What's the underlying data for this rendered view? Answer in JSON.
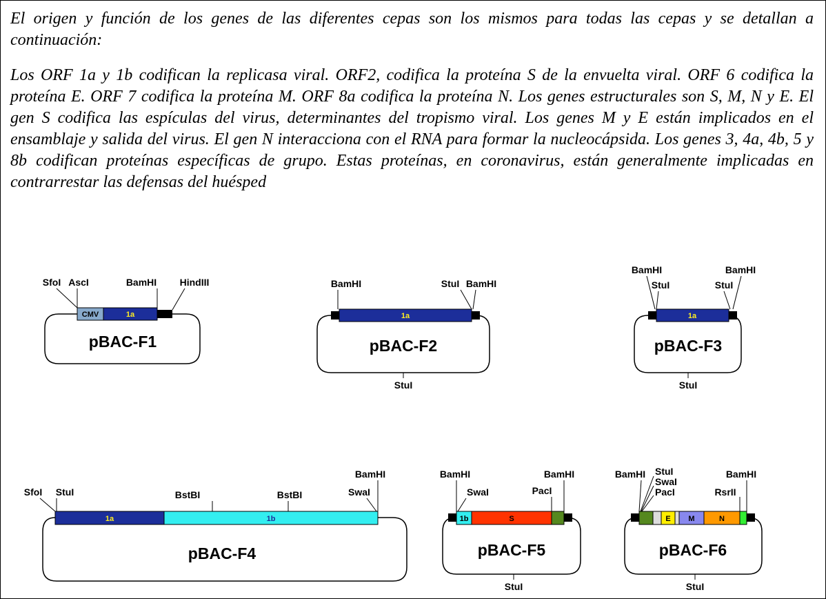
{
  "text": {
    "paragraph1": "El origen y función de los genes de las diferentes cepas son los mismos para todas las cepas y se detallan a continuación:",
    "paragraph2": "Los ORF 1a y 1b codifican la replicasa viral. ORF2, codifica la proteína S de la envuelta viral. ORF 6 codifica la proteína E. ORF 7 codifica la proteína M. ORF 8a codifica la proteína N. Los genes estructurales son S, M, N y E. El gen S codifica las espículas del virus, determinantes del tropismo viral. Los genes M y E están implicados en el ensamblaje y salida del virus. El gen N interacciona con el RNA para formar la nucleocápsida. Los genes 3, 4a, 4b, 5 y 8b codifican proteínas específicas de grupo. Estas proteínas, en coronavirus, están generalmente implicadas en contrarrestar las defensas del huésped"
  },
  "colors": {
    "orf1a": "#1c2e9a",
    "orf1b": "#33eef0",
    "S": "#ff3300",
    "E": "#ffee00",
    "M": "#8888ee",
    "N": "#ff9900",
    "CMV": "#88aacc",
    "green": "#55881f",
    "light_green": "#33ee33",
    "label_yellow": "#ffee22"
  },
  "plasmids": {
    "f1": {
      "name": "pBAC-F1",
      "sites": [
        "SfoI",
        "AscI",
        "BamHI",
        "HindIII"
      ],
      "segments": [
        "CMV",
        "1a"
      ]
    },
    "f2": {
      "name": "pBAC-F2",
      "sites": [
        "BamHI",
        "StuI",
        "BamHI"
      ],
      "bottom_site": "StuI",
      "segments": [
        "1a"
      ]
    },
    "f3": {
      "name": "pBAC-F3",
      "sites": [
        "BamHI",
        "StuI",
        "BamHI",
        "StuI"
      ],
      "bottom_site": "StuI",
      "segments": [
        "1a"
      ]
    },
    "f4": {
      "name": "pBAC-F4",
      "sites": [
        "SfoI",
        "StuI",
        "BstBI",
        "BstBI",
        "BamHI",
        "SwaI"
      ],
      "segments": [
        "1a",
        "1b"
      ]
    },
    "f5": {
      "name": "pBAC-F5",
      "sites": [
        "BamHI",
        "SwaI",
        "BamHI",
        "PacI"
      ],
      "bottom_site": "StuI",
      "segments": [
        "1b",
        "S"
      ]
    },
    "f6": {
      "name": "pBAC-F6",
      "sites": [
        "BamHI",
        "StuI",
        "SwaI",
        "PacI",
        "BamHI",
        "RsrII"
      ],
      "bottom_site": "StuI",
      "segments": [
        "E",
        "M",
        "N"
      ]
    }
  }
}
